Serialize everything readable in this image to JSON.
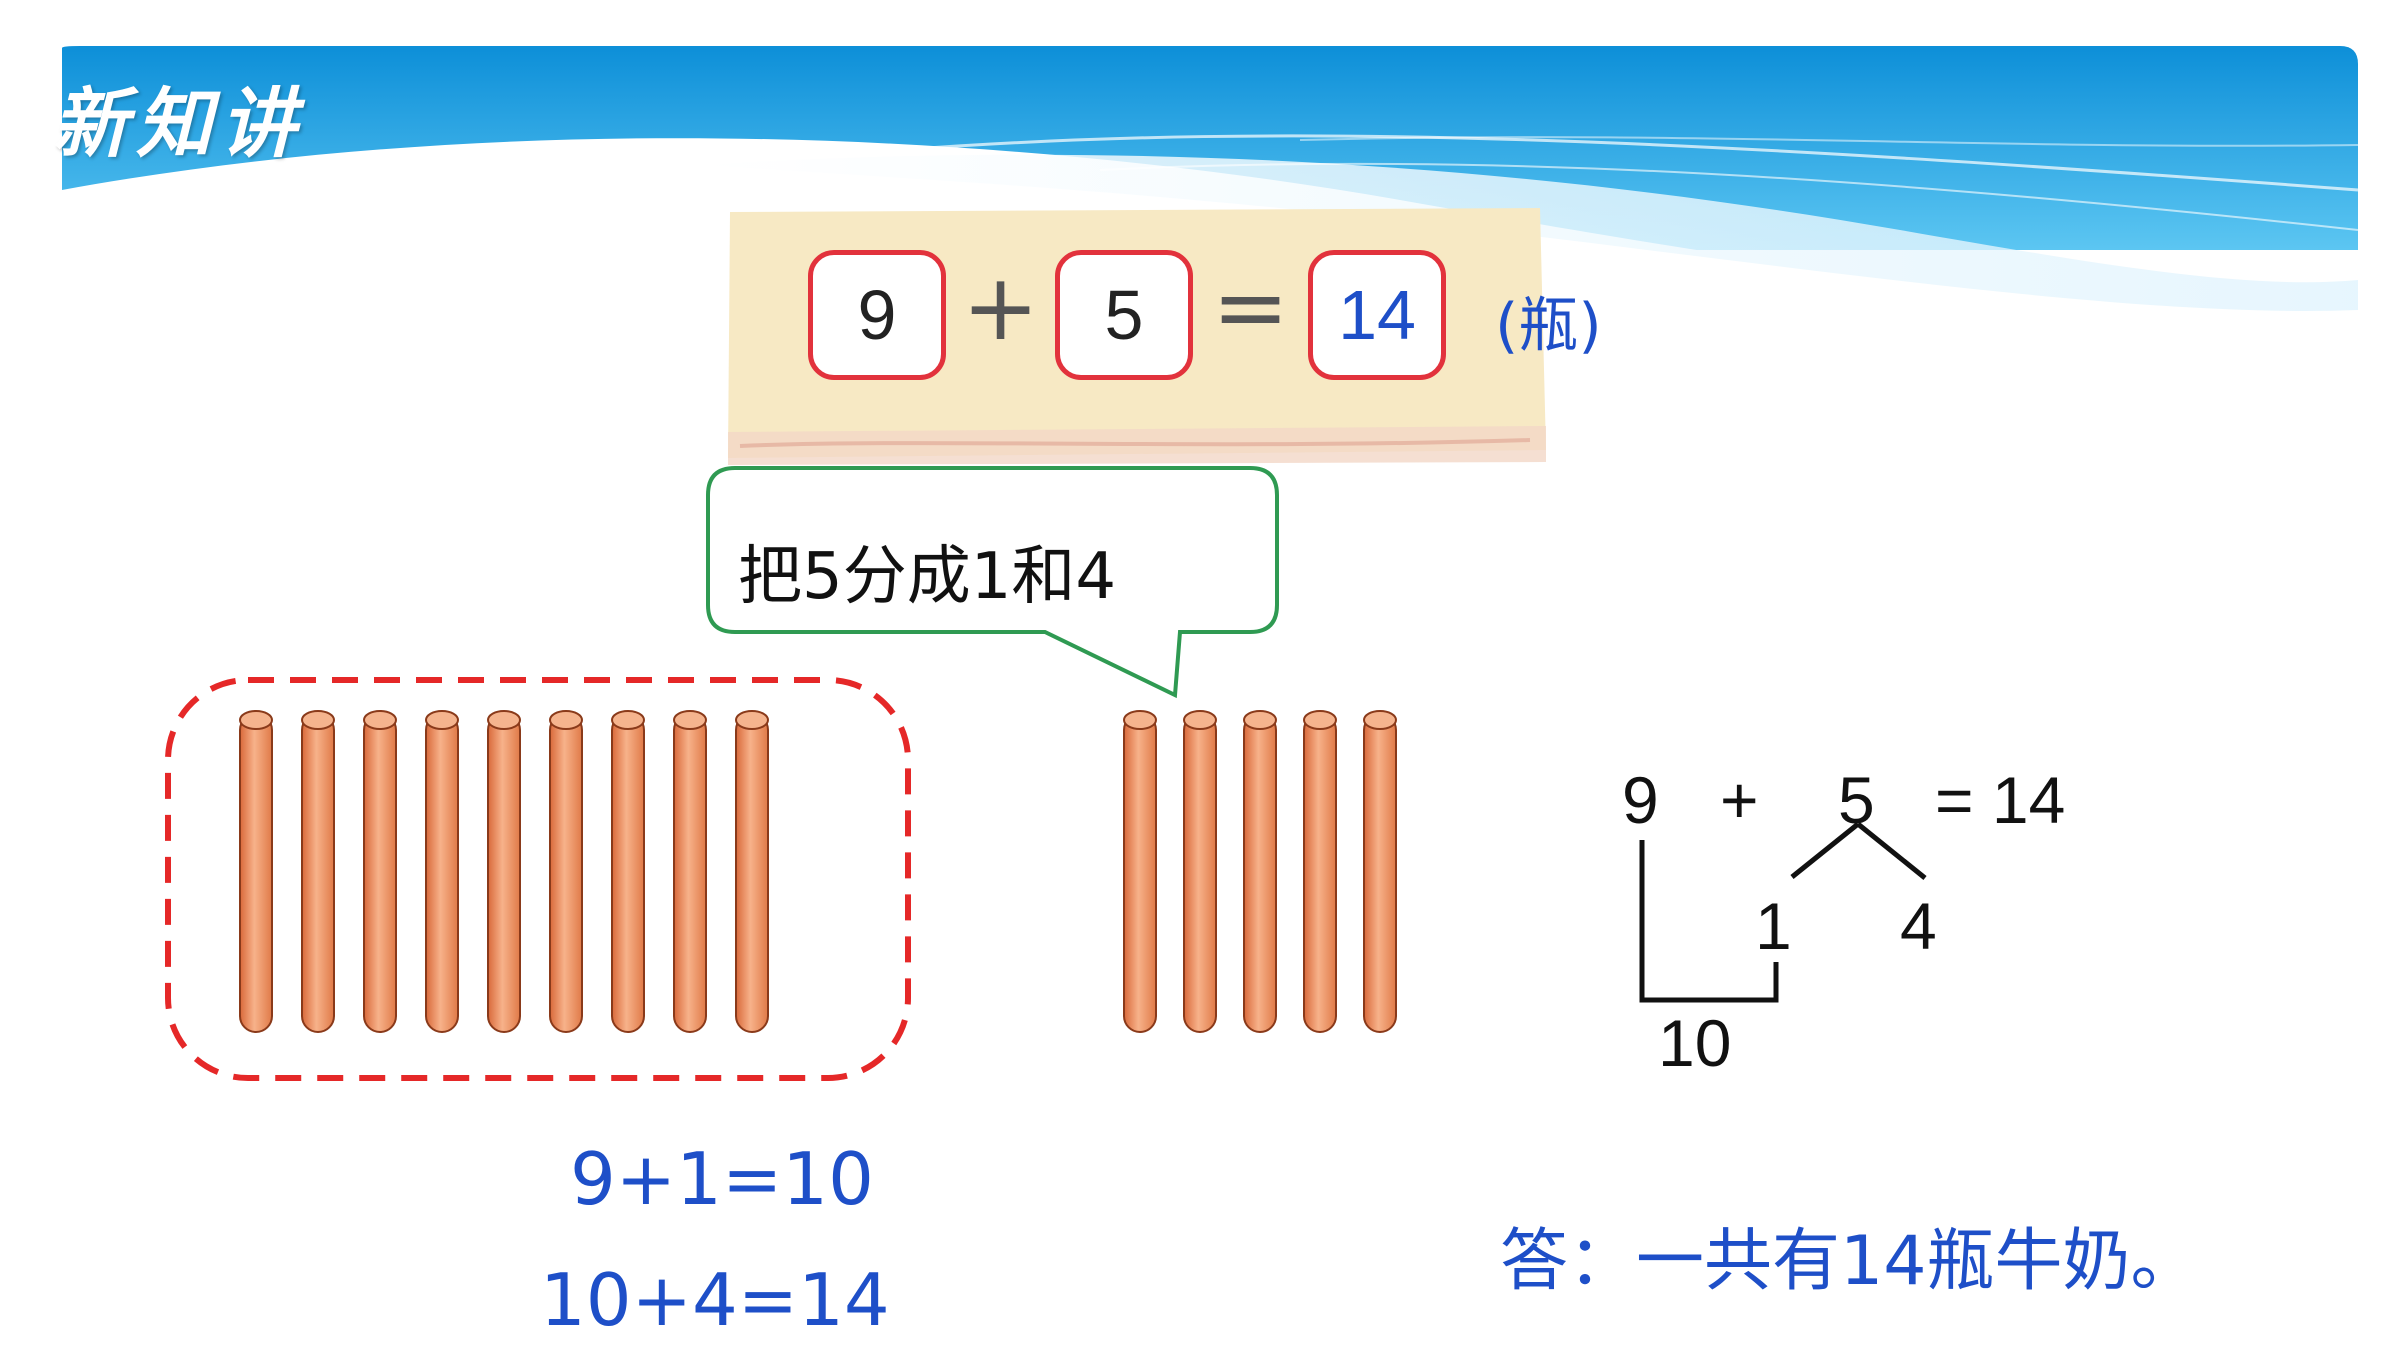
{
  "header": {
    "title": "新知讲"
  },
  "equation": {
    "addend1": "9",
    "plus": "+",
    "addend2": "5",
    "equals": "=",
    "sum": "14",
    "unit": "(瓶)"
  },
  "bubble": {
    "text": "把5分成1和4"
  },
  "sticks": {
    "left_group_count": 9,
    "right_group_count": 5
  },
  "decomposition": {
    "a": "9",
    "plus": "+",
    "b": "5",
    "result": "= 14",
    "split_left": "1",
    "split_right": "4",
    "ten": "10"
  },
  "steps": {
    "step1": "9+1=10",
    "step2": "10+4=14"
  },
  "answer": "答：一共有14瓶牛奶。",
  "colors": {
    "blue_text": "#1e4fc8",
    "box_border": "#e2323c",
    "stick": "#ee8a55",
    "dash": "#e52828",
    "bubble_border": "#2f9a52"
  }
}
